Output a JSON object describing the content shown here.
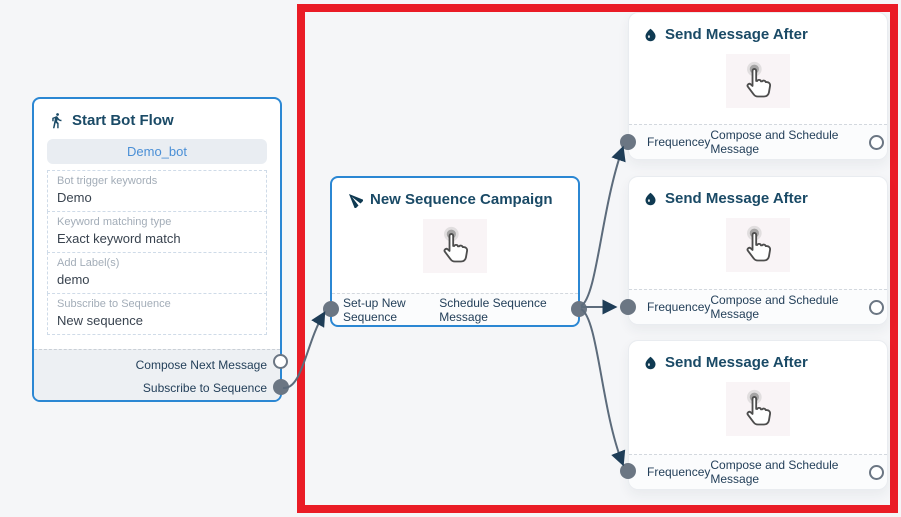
{
  "canvas": {
    "background": "#f5f6f8",
    "highlight_border_color": "#ea1c26"
  },
  "colors": {
    "node_accent_border": "#2b87d3",
    "title_text": "#1a4a66",
    "port_gray": "#6b7683",
    "wire": "#5c6b7b",
    "arrowhead": "#1e3d57",
    "bot_name_text": "#4a8fd6"
  },
  "icons": {
    "start": "walking-person-icon",
    "campaign": "send-plane-icon",
    "send_after": "water-drop-icon",
    "placeholder": "hand-cursor-icon"
  },
  "start_node": {
    "title": "Start Bot Flow",
    "bot_name": "Demo_bot",
    "fields": [
      {
        "label": "Bot trigger keywords",
        "value": "Demo"
      },
      {
        "label": "Keyword matching type",
        "value": "Exact keyword match"
      },
      {
        "label": "Add Label(s)",
        "value": "demo"
      },
      {
        "label": "Subscribe to Sequence",
        "value": "New sequence"
      }
    ],
    "outputs": [
      {
        "label": "Compose Next Message",
        "connected": false
      },
      {
        "label": "Subscribe to Sequence",
        "connected": true
      }
    ]
  },
  "campaign_node": {
    "title": "New Sequence Campaign",
    "input_label": "Set-up New Sequence",
    "output_label": "Schedule Sequence Message"
  },
  "send_nodes": [
    {
      "title": "Send Message After",
      "input_label": "Frequencey",
      "output_label": "Compose and Schedule Message"
    },
    {
      "title": "Send Message After",
      "input_label": "Frequencey",
      "output_label": "Compose and Schedule Message"
    },
    {
      "title": "Send Message After",
      "input_label": "Frequencey",
      "output_label": "Compose and Schedule Message"
    }
  ]
}
